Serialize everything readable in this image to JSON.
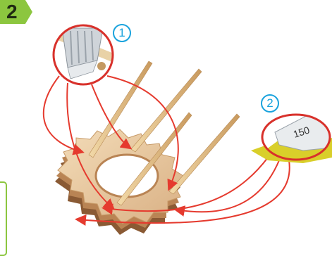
{
  "step": {
    "number": "2",
    "color": "#8cc63f"
  },
  "callouts": [
    {
      "number": "1",
      "tool": "utility-knife"
    },
    {
      "number": "2",
      "tool": "sandpaper",
      "grit_label": "150"
    }
  ],
  "colors": {
    "arrow": "#e53a2e",
    "callout_circle": "#1aa3dd",
    "zoom_ring": "#d8312b",
    "wood": "#e8c9a0",
    "wood_dark": "#a9784c",
    "sandpaper": "#d9cf2a"
  }
}
